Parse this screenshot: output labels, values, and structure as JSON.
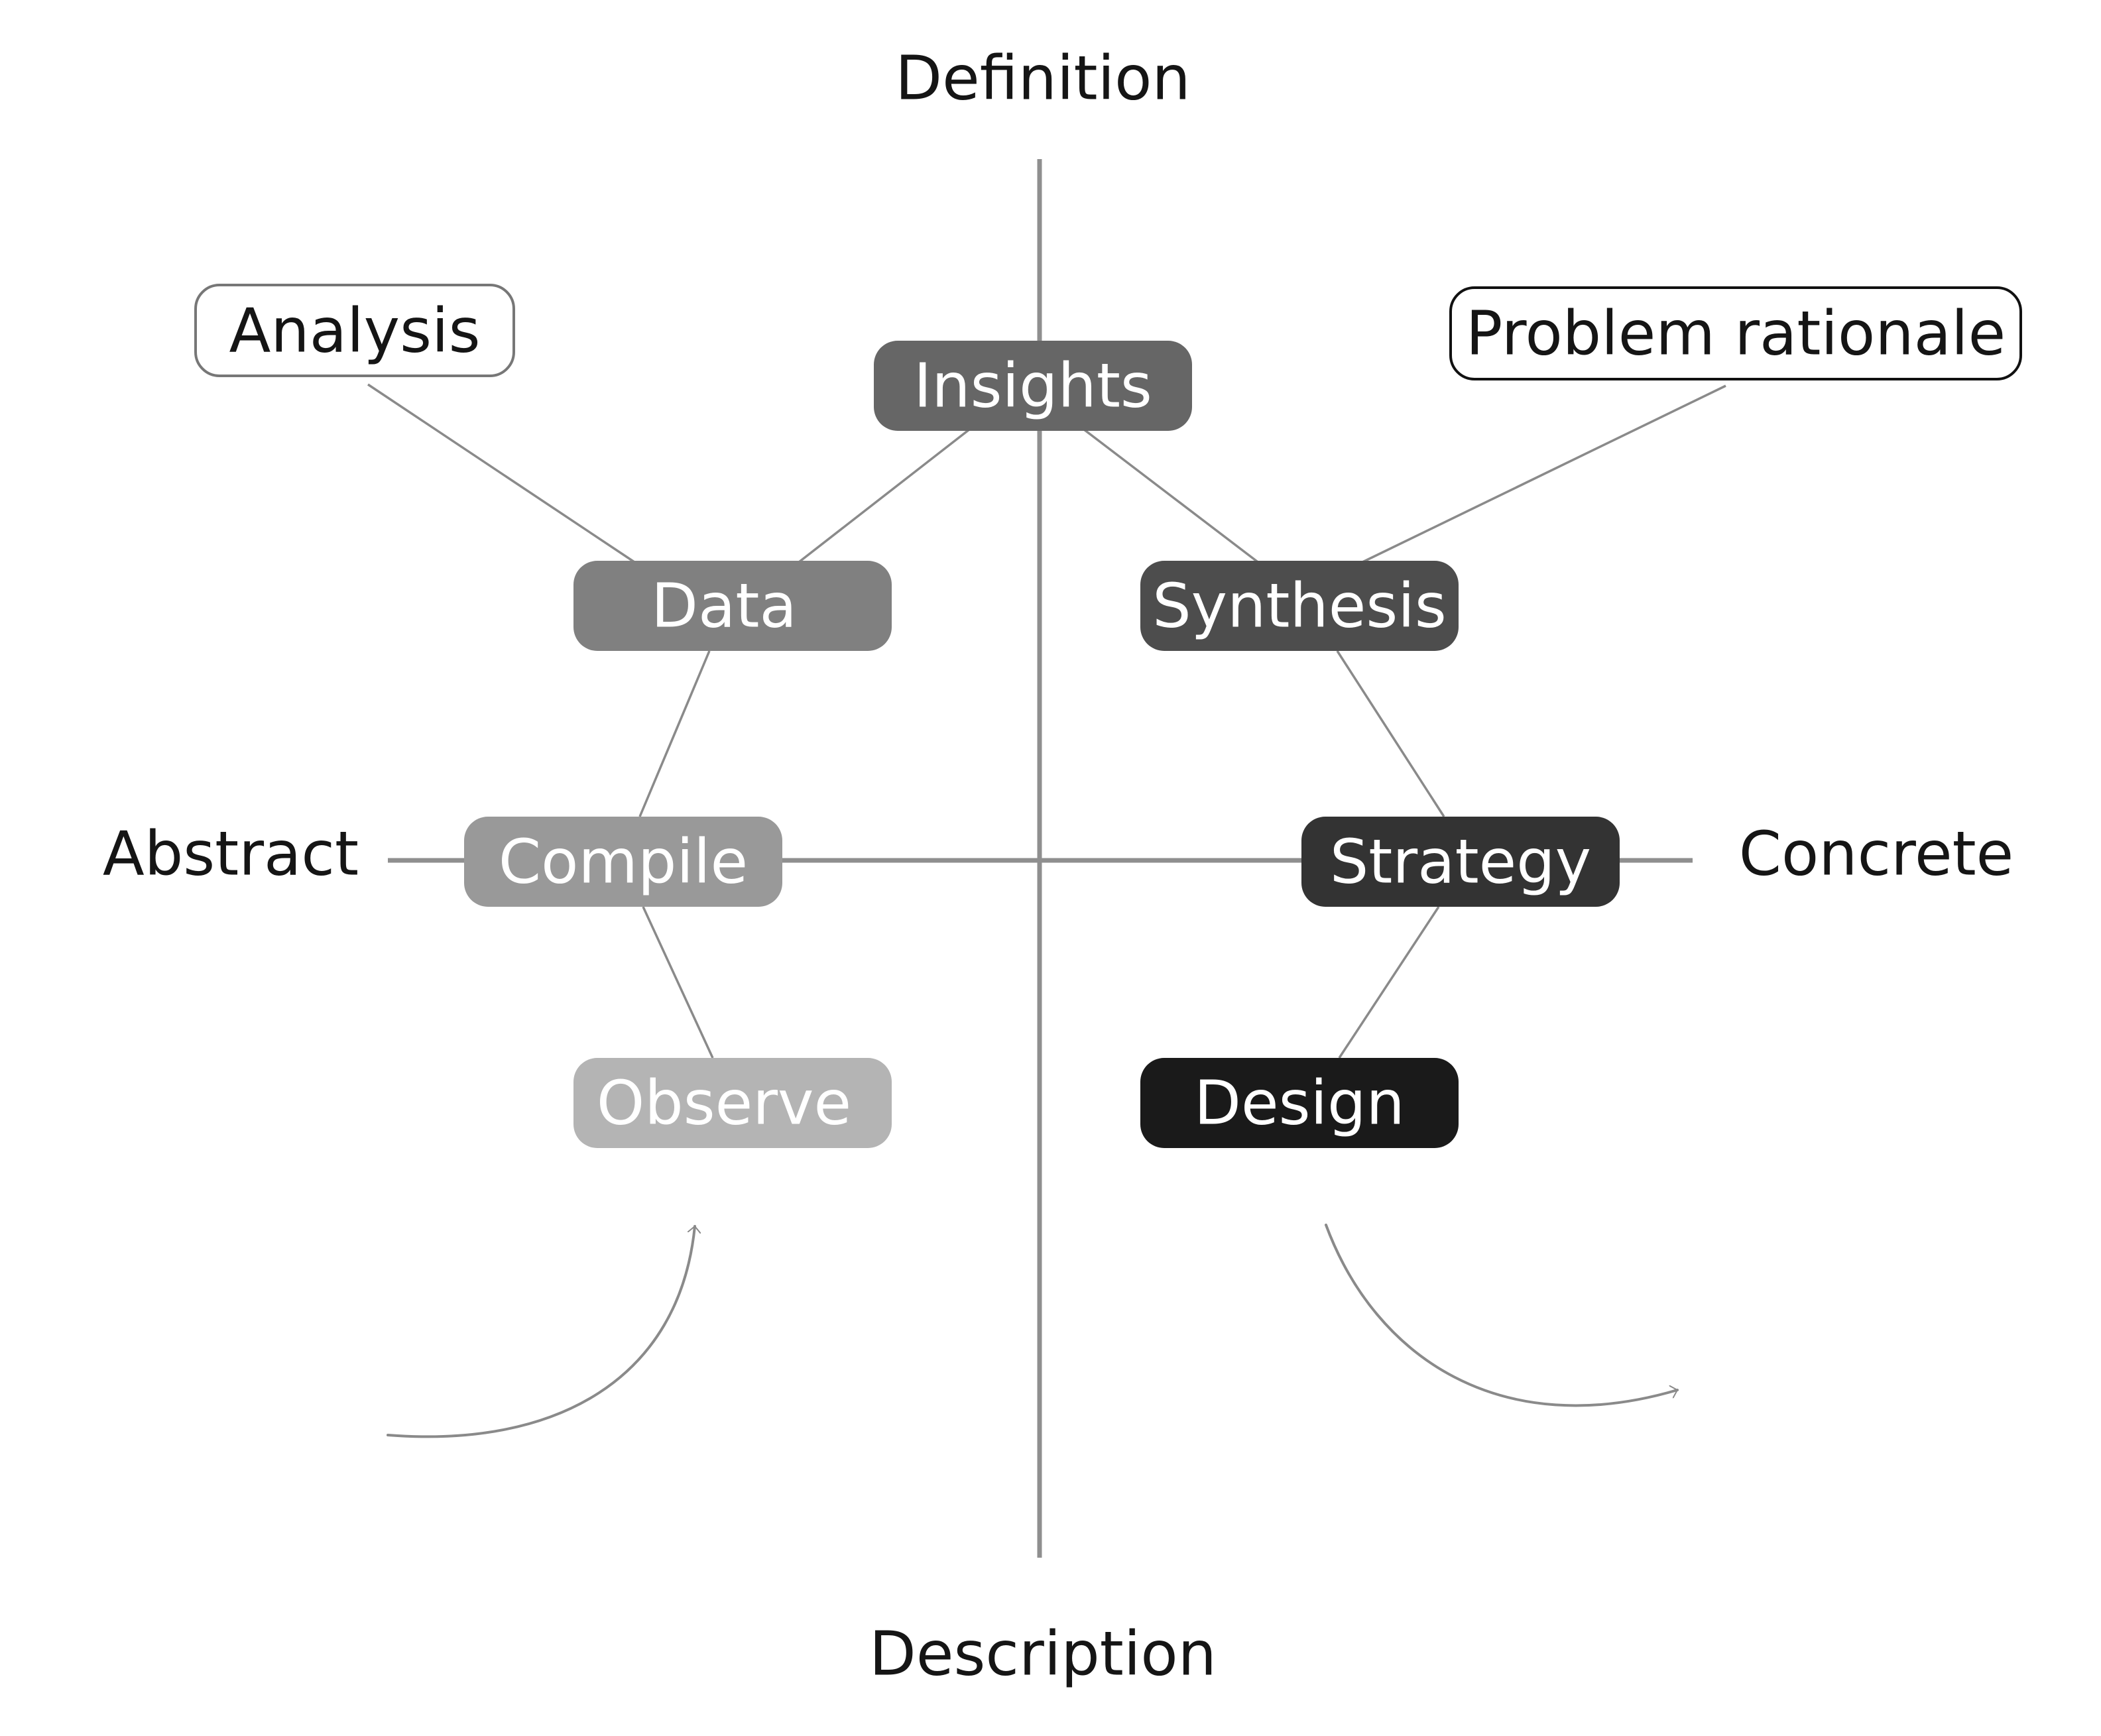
{
  "axes": {
    "top": "Definition",
    "bottom": "Description",
    "left": "Abstract",
    "right": "Concrete"
  },
  "nodes": {
    "insights": {
      "label": "Insights",
      "fill": "#666666",
      "text": "#ffffff"
    },
    "data": {
      "label": "Data",
      "fill": "#808080",
      "text": "#ffffff"
    },
    "compile": {
      "label": "Compile",
      "fill": "#999999",
      "text": "#ffffff"
    },
    "observe": {
      "label": "Observe",
      "fill": "#b4b4b4",
      "text": "#ffffff"
    },
    "synthesis": {
      "label": "Synthesis",
      "fill": "#4d4d4d",
      "text": "#ffffff"
    },
    "strategy": {
      "label": "Strategy",
      "fill": "#333333",
      "text": "#ffffff"
    },
    "design": {
      "label": "Design",
      "fill": "#1a1a1a",
      "text": "#ffffff"
    }
  },
  "callouts": {
    "analysis": {
      "label": "Analysis",
      "stroke": "#777777"
    },
    "problem_rationale": {
      "label": "Problem rationale",
      "stroke": "#111111"
    }
  }
}
